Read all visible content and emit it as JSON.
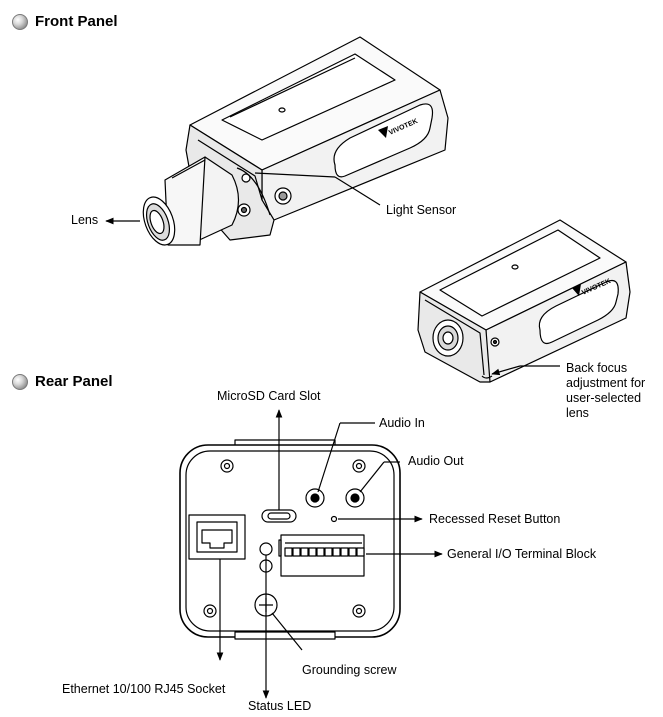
{
  "sections": {
    "front_title": "Front Panel",
    "rear_title": "Rear Panel"
  },
  "camera_brand": "VIVOTEK",
  "labels": {
    "lens": "Lens",
    "light_sensor": "Light Sensor",
    "back_focus": "Back focus adjustment for user-selected lens",
    "microsd": "MicroSD Card Slot",
    "audio_in": "Audio In",
    "audio_out": "Audio Out",
    "reset": "Recessed Reset Button",
    "gio": "General I/O Terminal Block",
    "grounding": "Grounding screw",
    "ethernet": "Ethernet 10/100 RJ45 Socket",
    "status_led": "Status LED"
  },
  "colors": {
    "line": "#000000",
    "body_shade": "#e6e6e6",
    "bullet": "#9a9a9a"
  },
  "icons": {
    "section_bullet": "grey-sphere-bullet"
  }
}
